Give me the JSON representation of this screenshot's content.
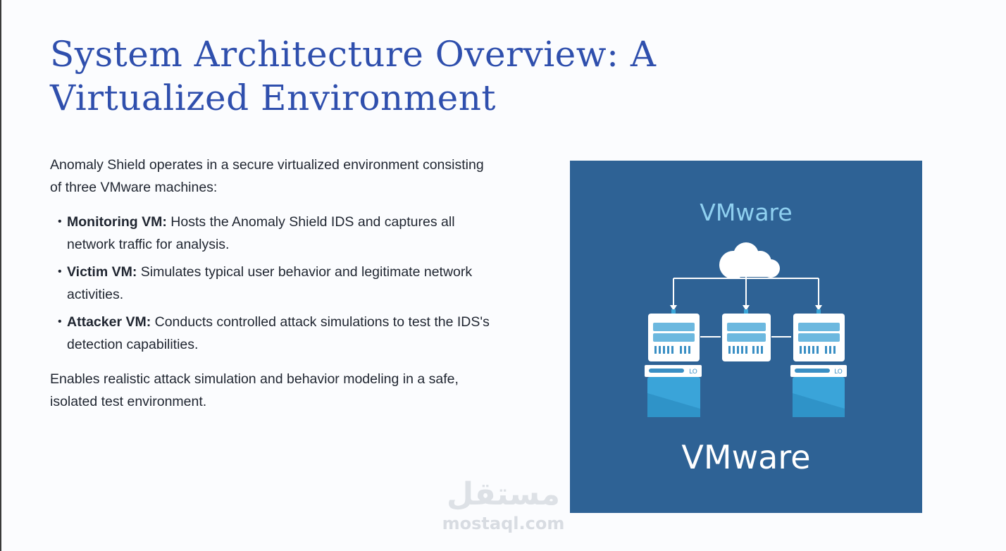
{
  "slide": {
    "title": "System Architecture Overview: A Virtualized Environment",
    "intro": "Anomaly Shield operates in a secure virtualized environment consisting of three VMware machines:",
    "bullets": [
      {
        "label": "Monitoring VM:",
        "text": " Hosts the Anomaly Shield IDS and captures all network traffic for analysis."
      },
      {
        "label": "Victim VM:",
        "text": " Simulates typical user behavior and legitimate network activities."
      },
      {
        "label": "Attacker VM:",
        "text": " Conducts controlled attack simulations to test the IDS's detection capabilities."
      }
    ],
    "closing": "Enables realistic attack simulation and behavior modeling in a safe, isolated test environment."
  },
  "illustration": {
    "top_label": "VMware",
    "bottom_label": "VMware",
    "server_tag": "LO",
    "colors": {
      "background": "#2e6295",
      "top_label": "#8fd0f0",
      "accent": "#3ba6d8"
    }
  },
  "watermark": {
    "arabic": "مستقل",
    "latin": "mostaql.com"
  }
}
